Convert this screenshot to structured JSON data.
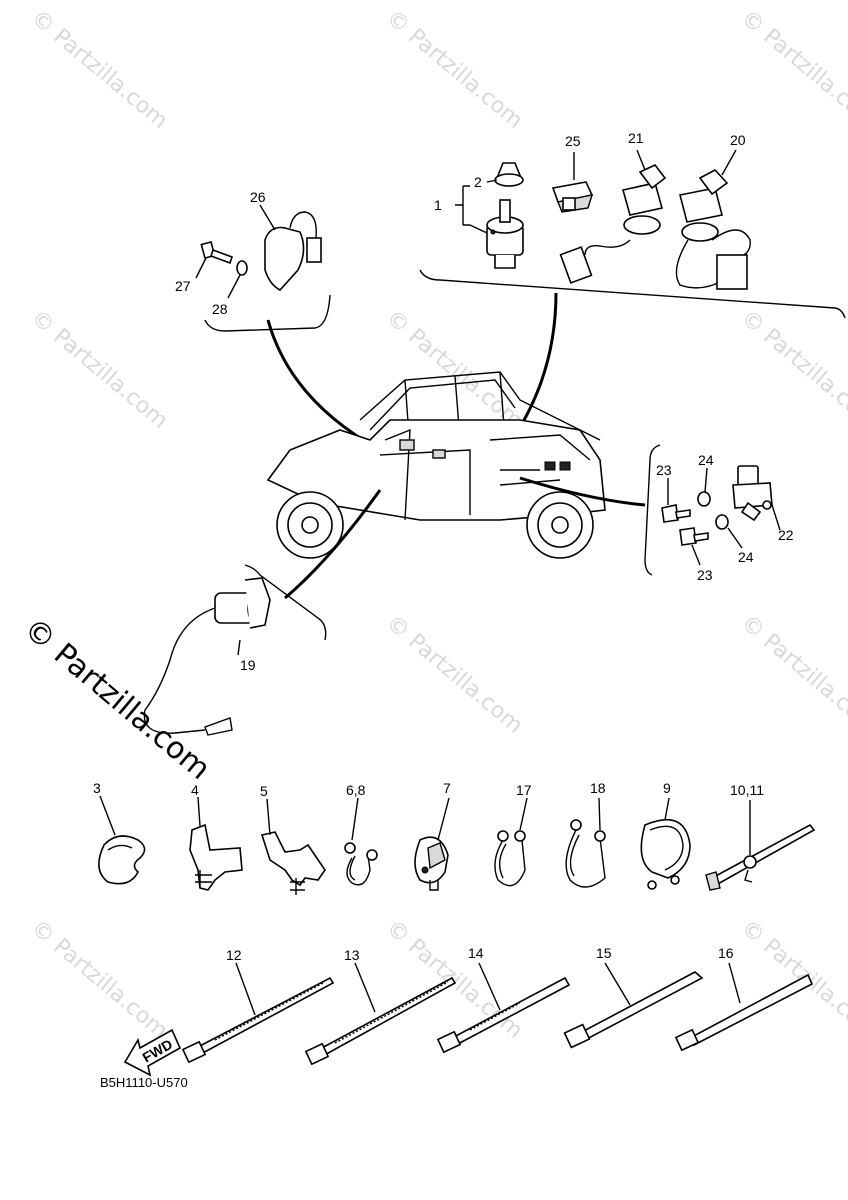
{
  "watermark": {
    "text": "© Partzilla.com"
  },
  "diagram": {
    "code": "B5H1110-U570",
    "fwd_label": "FWD"
  },
  "callouts": {
    "c1": "1",
    "c2": "2",
    "c3": "3",
    "c4": "4",
    "c5": "5",
    "c6_8": "6,8",
    "c7": "7",
    "c9": "9",
    "c10_11": "10,11",
    "c12": "12",
    "c13": "13",
    "c14": "14",
    "c15": "15",
    "c16": "16",
    "c17": "17",
    "c18": "18",
    "c19": "19",
    "c20": "20",
    "c21": "21",
    "c22": "22",
    "c23a": "23",
    "c23b": "23",
    "c24a": "24",
    "c24b": "24",
    "c25": "25",
    "c26": "26",
    "c27": "27",
    "c28": "28"
  }
}
